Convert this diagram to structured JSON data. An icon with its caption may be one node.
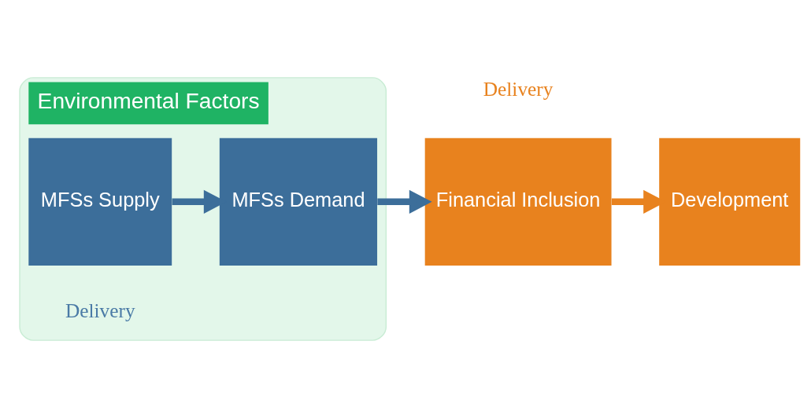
{
  "diagram": {
    "nodes": [
      {
        "text": [
          "Environmental Factors"
        ]
      },
      {
        "text": [
          "MFSs Supply"
        ],
        "in": 0
      },
      {
        "text": [
          "MFSs Demand"
        ],
        "in": 0
      },
      {
        "text": [
          "Financial Inclusion"
        ]
      },
      {
        "text": [
          "Development"
        ]
      }
    ],
    "edges": [
      {
        "from": 1,
        "to": 2,
        "arrow": "to"
      },
      {
        "from": 2,
        "to": 3,
        "arrow": "to"
      },
      {
        "from": 3,
        "to": 4,
        "arrow": "to",
        "color": "#e8821e"
      }
    ],
    "labels": [
      "Delivery",
      "Delivery"
    ]
  }
}
